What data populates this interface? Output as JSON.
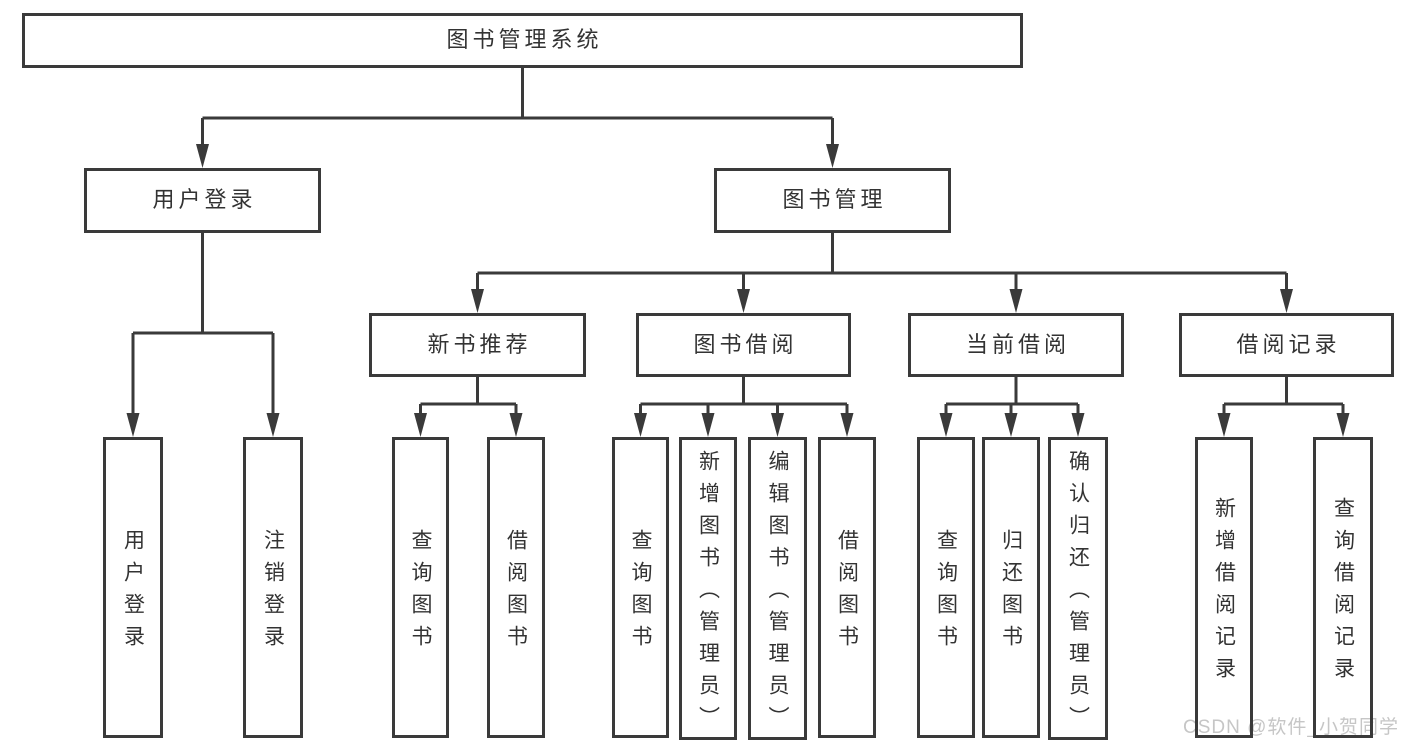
{
  "diagram_title": "图书管理系统",
  "nodes": [
    {
      "id": "root",
      "label": "图书管理系统"
    },
    {
      "id": "user-login",
      "label": "用户登录"
    },
    {
      "id": "book-mgmt",
      "label": "图书管理"
    },
    {
      "id": "new-book-rec",
      "label": "新书推荐"
    },
    {
      "id": "book-borrow",
      "label": "图书借阅"
    },
    {
      "id": "current-borrow",
      "label": "当前借阅"
    },
    {
      "id": "borrow-records",
      "label": "借阅记录"
    },
    {
      "id": "leaf-user-login",
      "label": "用户登录"
    },
    {
      "id": "leaf-logout",
      "label": "注销登录"
    },
    {
      "id": "nb-query",
      "label": "查询图书"
    },
    {
      "id": "nb-borrow",
      "label": "借阅图书"
    },
    {
      "id": "bb-query",
      "label": "查询图书"
    },
    {
      "id": "bb-add",
      "label": "新增图书（管理员）"
    },
    {
      "id": "bb-edit",
      "label": "编辑图书（管理员）"
    },
    {
      "id": "bb-borrow",
      "label": "借阅图书"
    },
    {
      "id": "cb-query",
      "label": "查询图书"
    },
    {
      "id": "cb-return",
      "label": "归还图书"
    },
    {
      "id": "cb-confirm",
      "label": "确认归还（管理员）"
    },
    {
      "id": "br-add",
      "label": "新增借阅记录"
    },
    {
      "id": "br-query",
      "label": "查询借阅记录"
    }
  ],
  "edges": [
    {
      "from": "root",
      "to": [
        "user-login",
        "book-mgmt"
      ]
    },
    {
      "from": "user-login",
      "to": [
        "leaf-user-login",
        "leaf-logout"
      ]
    },
    {
      "from": "book-mgmt",
      "to": [
        "new-book-rec",
        "book-borrow",
        "current-borrow",
        "borrow-records"
      ]
    },
    {
      "from": "new-book-rec",
      "to": [
        "nb-query",
        "nb-borrow"
      ]
    },
    {
      "from": "book-borrow",
      "to": [
        "bb-query",
        "bb-add",
        "bb-edit",
        "bb-borrow"
      ]
    },
    {
      "from": "current-borrow",
      "to": [
        "cb-query",
        "cb-return",
        "cb-confirm"
      ]
    },
    {
      "from": "borrow-records",
      "to": [
        "br-add",
        "br-query"
      ]
    }
  ],
  "watermark": "CSDN @软件_小贺同学",
  "colors": {
    "line": "#3a3a3a",
    "text": "#333333",
    "watermark": "#c6c6c6",
    "background": "#ffffff"
  }
}
